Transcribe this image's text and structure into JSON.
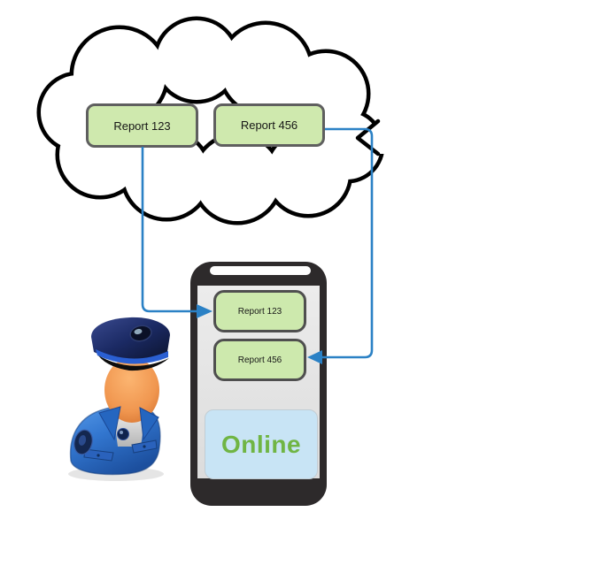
{
  "diagram": {
    "description_icons": [
      "cloud-icon",
      "smartphone-icon",
      "police-officer-icon"
    ],
    "cloud": {
      "reports": [
        {
          "label": "Report 123"
        },
        {
          "label": "Report 456"
        }
      ]
    },
    "phone": {
      "reports": [
        {
          "label": "Report 123"
        },
        {
          "label": "Report 456"
        }
      ],
      "status_label": "Online"
    },
    "connections": [
      {
        "from": "cloud Report 123",
        "to": "phone Report 123",
        "direction": "down-right",
        "color": "#2b81c5"
      },
      {
        "from": "cloud Report 456",
        "to": "phone Report 456",
        "direction": "down-left",
        "color": "#2b81c5"
      }
    ],
    "colors": {
      "report_box_fill": "#cfe9ae",
      "report_box_border": "#5f5f5f",
      "cloud_outline": "#000000",
      "phone_frame": "#2d2a2b",
      "phone_screen": "#e3e3e3",
      "online_bg": "#c8e4f5",
      "online_text": "#70b544",
      "arrow_blue": "#2b81c5"
    }
  }
}
